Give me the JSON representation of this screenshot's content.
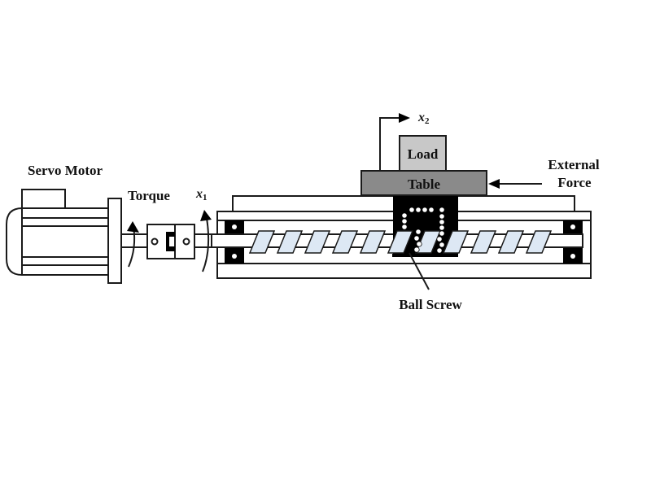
{
  "diagram": {
    "title": "Servo motor ball-screw feed drive",
    "labels": {
      "servo_motor": "Servo Motor",
      "torque": "Torque",
      "x1_var": "x",
      "x1_sub": "1",
      "x2_var": "x",
      "x2_sub": "2",
      "load": "Load",
      "table": "Table",
      "external_force_line1": "External",
      "external_force_line2": "Force",
      "ball_screw": "Ball Screw"
    },
    "components": [
      {
        "id": "servo-motor",
        "label": "Servo Motor"
      },
      {
        "id": "coupling",
        "label": ""
      },
      {
        "id": "ball-screw",
        "label": "Ball Screw"
      },
      {
        "id": "nut",
        "label": ""
      },
      {
        "id": "table",
        "label": "Table"
      },
      {
        "id": "load",
        "label": "Load"
      },
      {
        "id": "bearing-left",
        "label": ""
      },
      {
        "id": "bearing-right",
        "label": ""
      },
      {
        "id": "frame",
        "label": ""
      }
    ],
    "arrows": [
      {
        "id": "torque-arrow",
        "label": "Torque",
        "type": "rotational"
      },
      {
        "id": "x1-arrow",
        "label": "x1",
        "type": "rotational"
      },
      {
        "id": "x2-arrow",
        "label": "x2",
        "type": "translational"
      },
      {
        "id": "external-force-arrow",
        "label": "External Force",
        "type": "force"
      }
    ],
    "colors": {
      "line": "#1a1a1a",
      "load_fill": "#c8c8c8",
      "table_fill": "#8a8a8a",
      "thread_fill": "#dde8f4",
      "nut_fill": "#000000",
      "background": "#ffffff"
    }
  }
}
